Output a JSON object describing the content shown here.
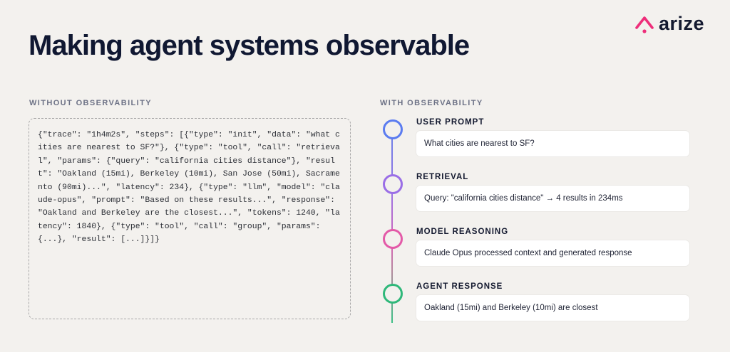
{
  "brand": {
    "name": "arize",
    "accent": "#ee2e7a"
  },
  "title": "Making agent systems observable",
  "left": {
    "label": "WITHOUT OBSERVABILITY",
    "raw_trace": "{\"trace\": \"1h4m2s\", \"steps\": [{\"type\": \"init\", \"data\": \"what cities are nearest to SF?\"}, {\"type\": \"tool\", \"call\": \"retrieval\", \"params\": {\"query\": \"california cities distance\"}, \"result\": \"Oakland (15mi), Berkeley (10mi), San Jose (50mi), Sacramento (90mi)...\", \"latency\": 234}, {\"type\": \"llm\", \"model\": \"claude-opus\", \"prompt\": \"Based on these results...\", \"response\": \"Oakland and Berkeley are the closest...\", \"tokens\": 1240, \"latency\": 1840}, {\"type\": \"tool\", \"call\": \"group\", \"params\": {...}, \"result\": [...]}]}"
  },
  "right": {
    "label": "WITH OBSERVABILITY",
    "steps": [
      {
        "label": "USER PROMPT",
        "text": "What cities are nearest to SF?",
        "color": "#5b7cf0"
      },
      {
        "label": "RETRIEVAL",
        "text": "Query: \"california cities distance\" → 4 results in 234ms",
        "color": "#9a6ee6"
      },
      {
        "label": "MODEL REASONING",
        "text": "Claude Opus processed context and generated response",
        "color": "#e35aa8"
      },
      {
        "label": "AGENT RESPONSE",
        "text": "Oakland (15mi) and Berkeley (10mi) are closest",
        "color": "#2fb87a"
      }
    ]
  }
}
